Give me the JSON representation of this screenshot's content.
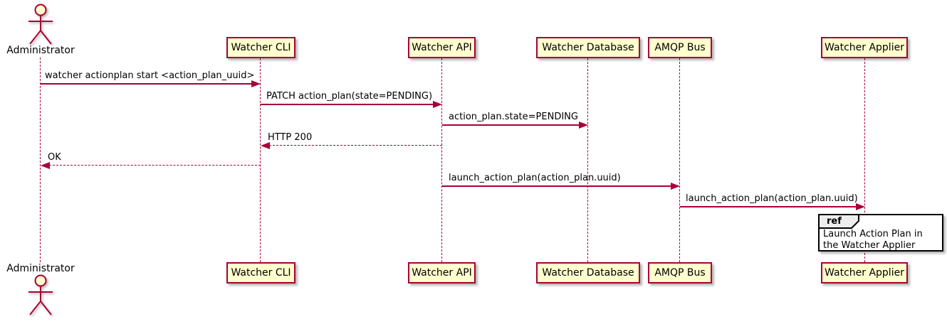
{
  "diagram": {
    "type": "sequence",
    "tool_style": "plantuml",
    "actor": {
      "name": "Administrator"
    },
    "participants": [
      {
        "label": "Watcher CLI"
      },
      {
        "label": "Watcher API"
      },
      {
        "label": "Watcher Database"
      },
      {
        "label": "AMQP Bus"
      },
      {
        "label": "Watcher Applier"
      }
    ],
    "messages": [
      {
        "from": "Administrator",
        "to": "Watcher CLI",
        "style": "solid",
        "text": "watcher actionplan start <action_plan_uuid>"
      },
      {
        "from": "Watcher CLI",
        "to": "Watcher API",
        "style": "solid",
        "text": "PATCH action_plan(state=PENDING)"
      },
      {
        "from": "Watcher API",
        "to": "Watcher Database",
        "style": "solid",
        "text": "action_plan.state=PENDING"
      },
      {
        "from": "Watcher API",
        "to": "Watcher CLI",
        "style": "dashed-return",
        "text": "HTTP 200"
      },
      {
        "from": "Watcher CLI",
        "to": "Administrator",
        "style": "dashed-return",
        "text": "OK"
      },
      {
        "from": "Watcher API",
        "to": "AMQP Bus",
        "style": "solid",
        "text": "launch_action_plan(action_plan.uuid)"
      },
      {
        "from": "AMQP Bus",
        "to": "Watcher Applier",
        "style": "solid",
        "text": "launch_action_plan(action_plan.uuid)"
      }
    ],
    "ref": {
      "keyword": "ref",
      "text": "Launch Action Plan in the Watcher Applier",
      "over": "Watcher Applier"
    },
    "colors": {
      "participant_fill": "#FEFECE",
      "line": "#A80036",
      "text": "#000000",
      "ref_header_fill": "#EEEEEE",
      "ref_border": "#000000",
      "background": "#FFFFFF"
    }
  }
}
